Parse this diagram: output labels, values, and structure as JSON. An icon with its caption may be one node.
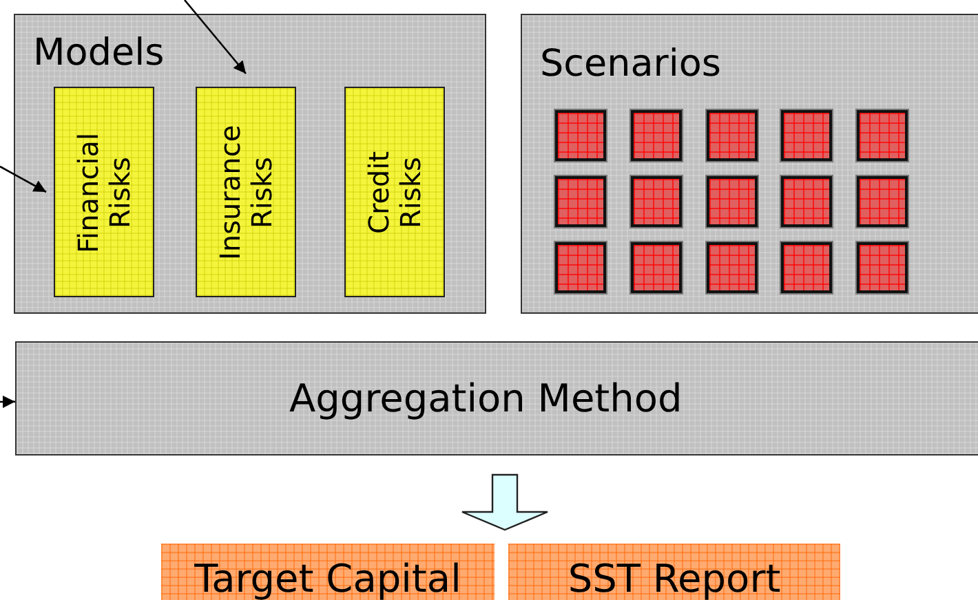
{
  "diagram": {
    "nodes": [
      {
        "text": [
          "Models"
        ]
      },
      {
        "text": [
          "Financial Risks"
        ],
        "in": 0
      },
      {
        "text": [
          "Insurance Risks"
        ],
        "in": 0
      },
      {
        "text": [
          "Credit Risks"
        ],
        "in": 0
      },
      {
        "text": [
          "Scenarios"
        ]
      },
      {
        "text": [],
        "shape": "box",
        "in": 4
      },
      {
        "text": [],
        "shape": "box",
        "in": 4
      },
      {
        "text": [],
        "shape": "box",
        "in": 4
      },
      {
        "text": [],
        "shape": "box",
        "in": 4
      },
      {
        "text": [],
        "shape": "box",
        "in": 4
      },
      {
        "text": [],
        "shape": "box",
        "in": 4
      },
      {
        "text": [],
        "shape": "box",
        "in": 4
      },
      {
        "text": [],
        "shape": "box",
        "in": 4
      },
      {
        "text": [],
        "shape": "box",
        "in": 4
      },
      {
        "text": [],
        "shape": "box",
        "in": 4
      },
      {
        "text": [],
        "shape": "box",
        "in": 4
      },
      {
        "text": [],
        "shape": "box",
        "in": 4
      },
      {
        "text": [],
        "shape": "box",
        "in": 4
      },
      {
        "text": [],
        "shape": "box",
        "in": 4
      },
      {
        "text": [],
        "shape": "box",
        "in": 4
      },
      {
        "text": [
          "Aggregation Method"
        ]
      },
      {
        "text": [
          "Target Capital"
        ]
      },
      {
        "text": [
          "SST Report"
        ]
      }
    ],
    "edges": [
      {
        "from": null,
        "to": 2,
        "arrow": "to"
      },
      {
        "from": null,
        "to": 1,
        "arrow": "to"
      },
      {
        "from": null,
        "to": 20,
        "arrow": "to"
      },
      {
        "from": 20,
        "to": 21,
        "arrow": "to",
        "style": "thick"
      },
      {
        "from": 20,
        "to": 22,
        "arrow": "to",
        "style": "thick"
      }
    ]
  }
}
